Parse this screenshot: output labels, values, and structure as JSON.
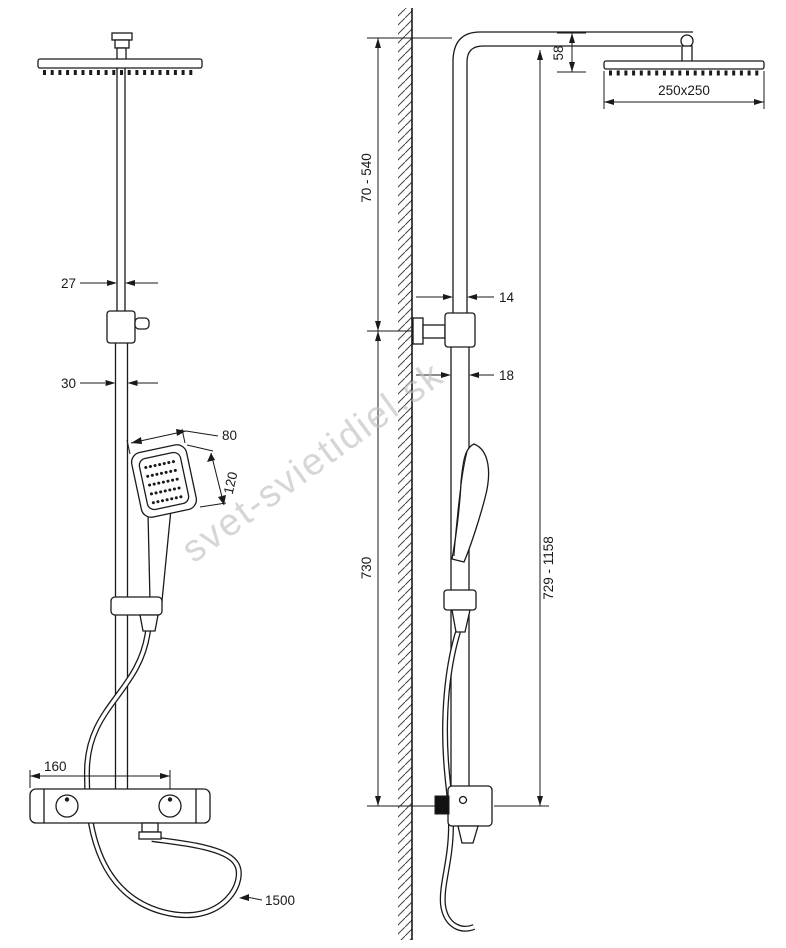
{
  "watermark": "svet-svietidiel.sk",
  "colors": {
    "ink": "#1a1a1a",
    "watermark": "#bdbdbd"
  },
  "front_view": {
    "pipe_upper_width": "27",
    "pipe_lower_width": "30",
    "handshower_width": "80",
    "handshower_height": "120",
    "mixer_centers": "160",
    "hose_length": "1500"
  },
  "side_view": {
    "head_drop": "58",
    "head_size": "250x250",
    "upper_range": "70 - 540",
    "pipe_upper_depth": "14",
    "pipe_lower_depth": "18",
    "column_height": "730",
    "overall_range": "729 - 1158"
  }
}
